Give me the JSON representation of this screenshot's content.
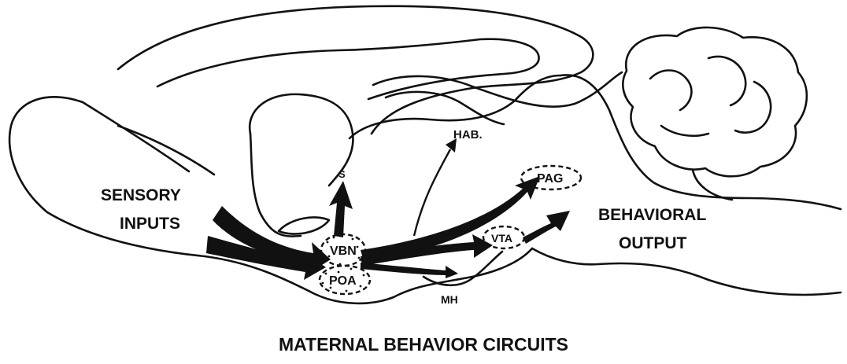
{
  "diagram": {
    "title": "MATERNAL BEHAVIOR CIRCUITS",
    "left_label": [
      "SENSORY",
      "INPUTS"
    ],
    "right_label": [
      "BEHAVIORAL",
      "OUTPUT"
    ],
    "regions": {
      "vbn": "VBN",
      "poa": "POA",
      "vta": "VTA",
      "pag": "PAG",
      "hab": "HAB.",
      "s": "S",
      "mh": "MH"
    },
    "colors": {
      "ink": "#111111",
      "background": "#ffffff"
    }
  }
}
